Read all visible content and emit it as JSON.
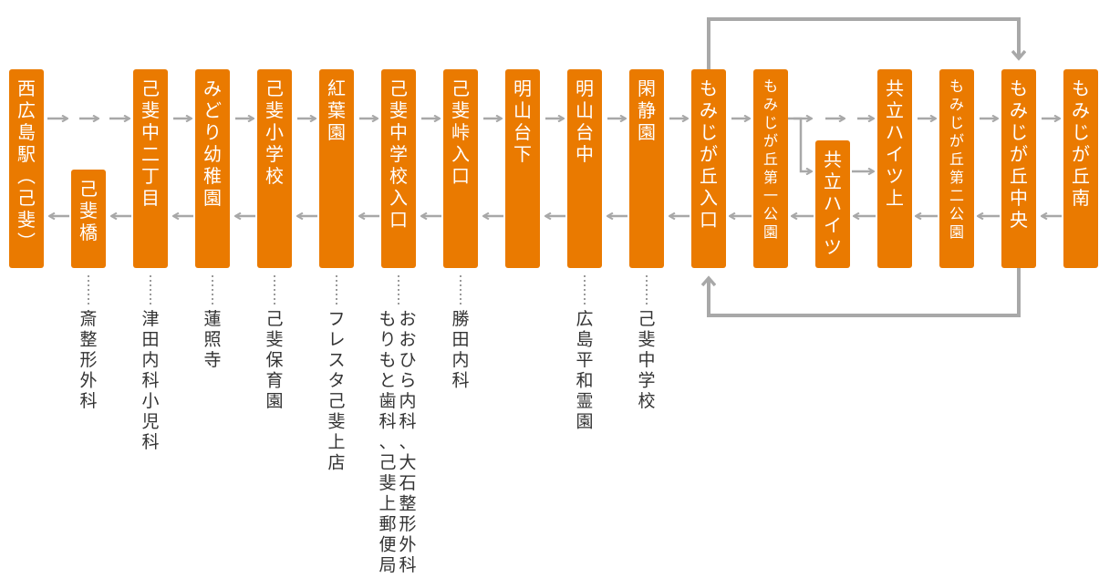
{
  "colors": {
    "stop_fill": "#ea7a00",
    "stop_text": "#ffffff",
    "arrow": "#a8a8a8",
    "landmark_text": "#333333",
    "dots": "#9a9a9a"
  },
  "stops": [
    {
      "id": "nishihiroshima",
      "label": "西広島駅（己斐）"
    },
    {
      "id": "koibashi",
      "label": "己斐橋"
    },
    {
      "id": "koinaka2",
      "label": "己斐中二丁目"
    },
    {
      "id": "midori",
      "label": "みどり幼稚園"
    },
    {
      "id": "koisho",
      "label": "己斐小学校"
    },
    {
      "id": "koyoen",
      "label": "紅葉園"
    },
    {
      "id": "koichugakko",
      "label": "己斐中学校入口"
    },
    {
      "id": "koitoge",
      "label": "己斐峠入口"
    },
    {
      "id": "meizanshita",
      "label": "明山台下"
    },
    {
      "id": "meizannaka",
      "label": "明山台中"
    },
    {
      "id": "kanseien",
      "label": "閑静園"
    },
    {
      "id": "momijiiriguchi",
      "label": "もみじが丘入口"
    },
    {
      "id": "momijikoen1",
      "label": "もみじが丘第一公園"
    },
    {
      "id": "kyoritsu",
      "label": "共立ハイツ"
    },
    {
      "id": "kyoritsuue",
      "label": "共立ハイツ上"
    },
    {
      "id": "momijikoen2",
      "label": "もみじが丘第二公園"
    },
    {
      "id": "momijichuo",
      "label": "もみじが丘中央"
    },
    {
      "id": "momijiminami",
      "label": "もみじが丘南"
    }
  ],
  "landmarks": [
    {
      "stop": "koibashi",
      "lines": [
        "斎整形外科"
      ]
    },
    {
      "stop": "koinaka2",
      "lines": [
        "津田内科小児科"
      ]
    },
    {
      "stop": "midori",
      "lines": [
        "蓮照寺"
      ]
    },
    {
      "stop": "koisho",
      "lines": [
        "己斐保育園"
      ]
    },
    {
      "stop": "koyoen",
      "lines": [
        "フレスタ己斐上店"
      ]
    },
    {
      "stop": "koichugakko",
      "lines": [
        "おおひら内科、大石整形外科",
        "もりもと歯科、己斐上郵便局"
      ]
    },
    {
      "stop": "koitoge",
      "lines": [
        "勝田内科"
      ]
    },
    {
      "stop": "meizannaka",
      "lines": [
        "広島平和霊園"
      ]
    },
    {
      "stop": "kanseien",
      "lines": [
        "己斐中学校"
      ]
    }
  ]
}
